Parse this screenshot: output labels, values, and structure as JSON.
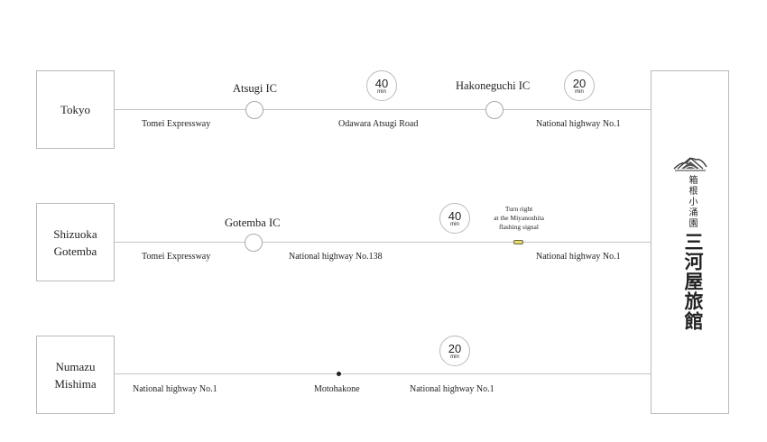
{
  "origins": {
    "tokyo": "Tokyo",
    "shizuoka_gotemba": [
      "Shizuoka",
      "Gotemba"
    ],
    "numazu_mishima": [
      "Numazu",
      "Mishima"
    ]
  },
  "route1": {
    "ic1": "Atsugi IC",
    "ic2": "Hakoneguchi IC",
    "road1": "Tomei Expressway",
    "road2": "Odawara Atsugi Road",
    "road3": "National highway No.1",
    "time1": "40",
    "time2": "20"
  },
  "route2": {
    "ic1": "Gotemba IC",
    "road1": "Tomei Expressway",
    "road2": "National highway No.138",
    "road3": "National highway No.1",
    "time1": "40",
    "turn_note": [
      "Turn right",
      "at the Miyanoshita",
      "flashing signal"
    ]
  },
  "route3": {
    "point": "Motohakone",
    "road1": "National highway No.1",
    "road2": "National highway No.1",
    "time1": "20"
  },
  "time_unit": "min",
  "destination": {
    "sub_name": "箱根小涌園",
    "name": "三河屋旅館"
  },
  "colors": {
    "line": "#c4c4c4",
    "border": "#b9b9b9",
    "text": "#222222",
    "signal": "#e8d870"
  }
}
